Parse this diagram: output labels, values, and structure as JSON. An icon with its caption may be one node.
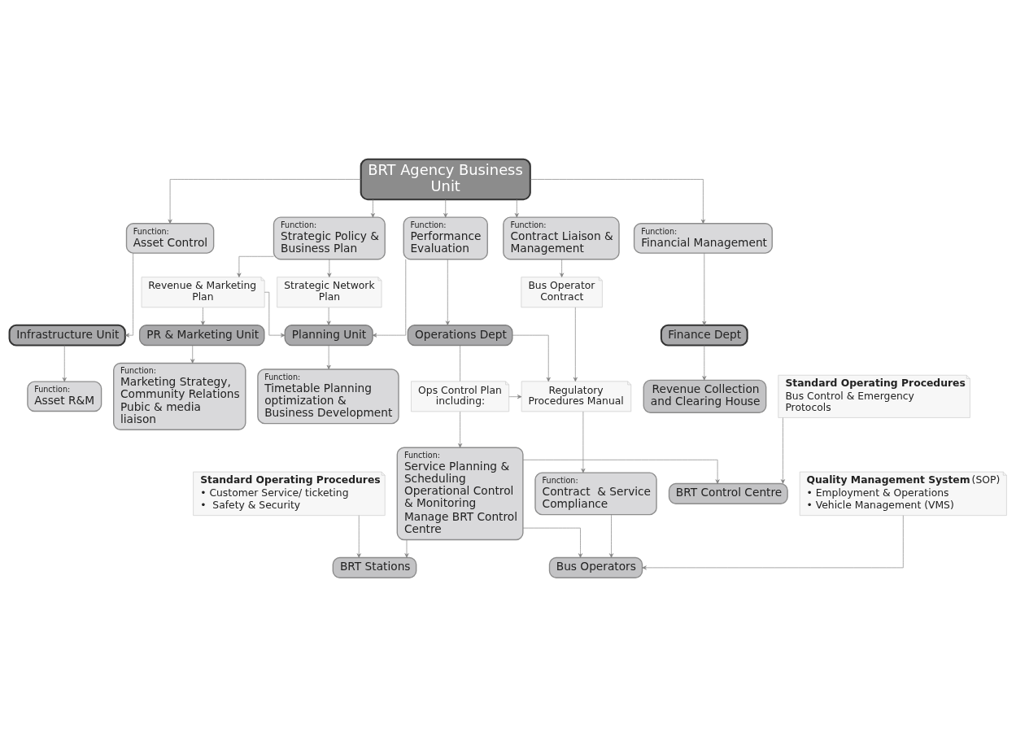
{
  "diagram": {
    "nodes": [
      {
        "text": [
          "BRT Agency Business Unit"
        ]
      },
      {
        "text": [
          "Function:",
          "Asset Control"
        ]
      },
      {
        "text": [
          "Function:",
          "Strategic Policy & Business Plan"
        ]
      },
      {
        "text": [
          "Function:",
          "Performance Evaluation"
        ]
      },
      {
        "text": [
          "Function:",
          "Contract Liaison & Management"
        ]
      },
      {
        "text": [
          "Function:",
          "Financial Management"
        ]
      },
      {
        "text": [
          "Revenue & Marketing Plan"
        ]
      },
      {
        "text": [
          "Strategic Network Plan"
        ]
      },
      {
        "text": [
          "Bus Operator Contract"
        ]
      },
      {
        "text": [
          "Infrastructure Unit"
        ]
      },
      {
        "text": [
          "PR & Marketing Unit"
        ]
      },
      {
        "text": [
          "Planning Unit"
        ]
      },
      {
        "text": [
          "Operations Dept"
        ]
      },
      {
        "text": [
          "Finance Dept"
        ]
      },
      {
        "text": [
          "Function:",
          "Asset R&M"
        ]
      },
      {
        "text": [
          "Function:",
          "Marketing Strategy, Community Relations Pubic & media liaison"
        ]
      },
      {
        "text": [
          "Function:",
          "Timetable Planning optimization & Business Development"
        ]
      },
      {
        "text": [
          "Ops Control Plan including:"
        ]
      },
      {
        "text": [
          "Regulatory Procedures Manual"
        ]
      },
      {
        "text": [
          "Revenue Collection and Clearing House"
        ]
      },
      {
        "text": [
          "Standard Operating Procedures",
          "Bus Control & Emergency  Protocols"
        ]
      },
      {
        "text": [
          "BRT Control Centre"
        ]
      },
      {
        "text": [
          "Function:",
          "Service Planning & Scheduling Operational Control  & Monitoring",
          "Manage BRT Control Centre"
        ]
      },
      {
        "text": [
          "Function:",
          "Contract  & Service Compliance"
        ]
      },
      {
        "text": [
          "Standard Operating Procedures",
          "• Customer Service/ ticketing",
          "•  Safety & Security"
        ]
      },
      {
        "text": [
          "BRT Stations"
        ]
      },
      {
        "text": [
          "**Quality Management System** (SOP)",
          "• Employment & Operations",
          "• Vehicle Management (VMS)"
        ]
      },
      {
        "text": [
          "Bus Operators"
        ]
      }
    ],
    "edges": [
      {
        "from": 0,
        "to": 1,
        "arrow": "to"
      },
      {
        "from": 0,
        "to": 2,
        "arrow": "to"
      },
      {
        "from": 0,
        "to": 3,
        "arrow": "to"
      },
      {
        "from": 0,
        "to": 4,
        "arrow": "to"
      },
      {
        "from": 0,
        "to": 5,
        "arrow": "to"
      },
      {
        "from": 1,
        "to": 9,
        "arrow": "to"
      },
      {
        "from": 2,
        "to": 6,
        "arrow": "to"
      },
      {
        "from": 2,
        "to": 7,
        "arrow": "to"
      },
      {
        "from": 6,
        "to": 10,
        "arrow": "to"
      },
      {
        "from": 6,
        "to": 11,
        "arrow": "to"
      },
      {
        "from": 7,
        "to": 11,
        "arrow": "to"
      },
      {
        "from": 3,
        "to": 11,
        "arrow": "to"
      },
      {
        "from": 3,
        "to": 12,
        "arrow": "to"
      },
      {
        "from": 4,
        "to": 8,
        "arrow": "to"
      },
      {
        "from": 8,
        "to": 18,
        "arrow": "to"
      },
      {
        "from": 5,
        "to": 13,
        "arrow": "to"
      },
      {
        "from": 9,
        "to": 14,
        "arrow": "to"
      },
      {
        "from": 10,
        "to": 15,
        "arrow": "to"
      },
      {
        "from": 11,
        "to": 16,
        "arrow": "to"
      },
      {
        "from": 12,
        "to": 17,
        "arrow": "none"
      },
      {
        "from": 12,
        "to": 18,
        "arrow": "to"
      },
      {
        "from": 13,
        "to": 19,
        "arrow": "to"
      },
      {
        "from": 17,
        "to": 18,
        "arrow": "to"
      },
      {
        "from": 17,
        "to": 22,
        "arrow": "to"
      },
      {
        "from": 18,
        "to": 23,
        "arrow": "to"
      },
      {
        "from": 20,
        "to": 21,
        "arrow": "to"
      },
      {
        "from": 22,
        "to": 21,
        "arrow": "to"
      },
      {
        "from": 24,
        "to": 25,
        "arrow": "to"
      },
      {
        "from": 22,
        "to": 25,
        "arrow": "to"
      },
      {
        "from": 26,
        "to": 27,
        "arrow": "to"
      },
      {
        "from": 22,
        "to": 27,
        "arrow": "to"
      },
      {
        "from": 23,
        "to": 27,
        "arrow": "to"
      }
    ]
  }
}
